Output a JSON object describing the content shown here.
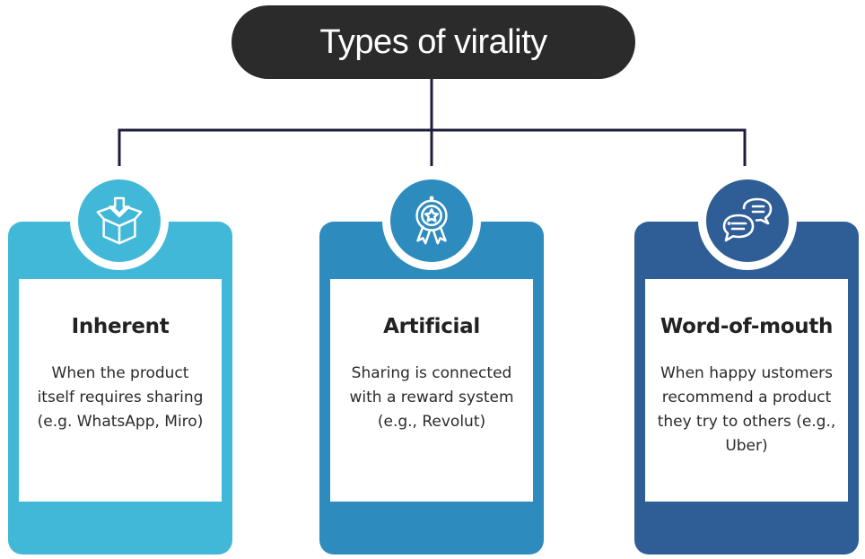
{
  "title": "Types of virality",
  "colors": {
    "title_bg": "#2b2b2b",
    "connector": "#1c1c3a",
    "inherent": "#41b8d8",
    "artificial": "#2e8bbd",
    "word_of_mouth": "#2f5e97"
  },
  "cards": [
    {
      "title": "Inherent",
      "lines": [
        "When the product",
        "itself requires sharing",
        "(e.g. WhatsApp, Miro)"
      ],
      "icon": "open-box-download-icon"
    },
    {
      "title": "Artificial",
      "lines": [
        "Sharing is connected",
        "with a reward system",
        "(e.g., Revolut)"
      ],
      "icon": "award-ribbon-star-icon"
    },
    {
      "title": "Word-of-mouth",
      "lines": [
        "When happy ustomers",
        "recommend a product",
        "they try to others (e.g.,",
        "Uber)"
      ],
      "icon": "chat-bubbles-icon"
    }
  ]
}
